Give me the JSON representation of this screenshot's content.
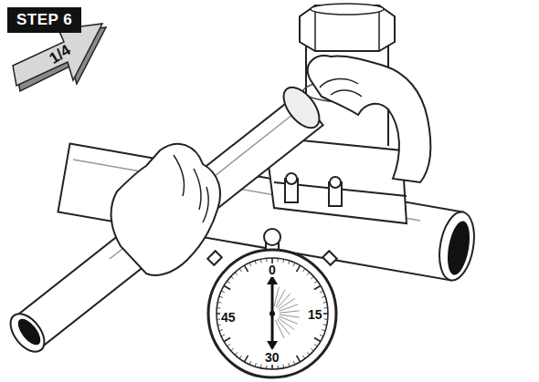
{
  "diagram": {
    "title": "STEP 6",
    "labels": [
      "1/4",
      "0",
      "15",
      "30",
      "45"
    ]
  }
}
